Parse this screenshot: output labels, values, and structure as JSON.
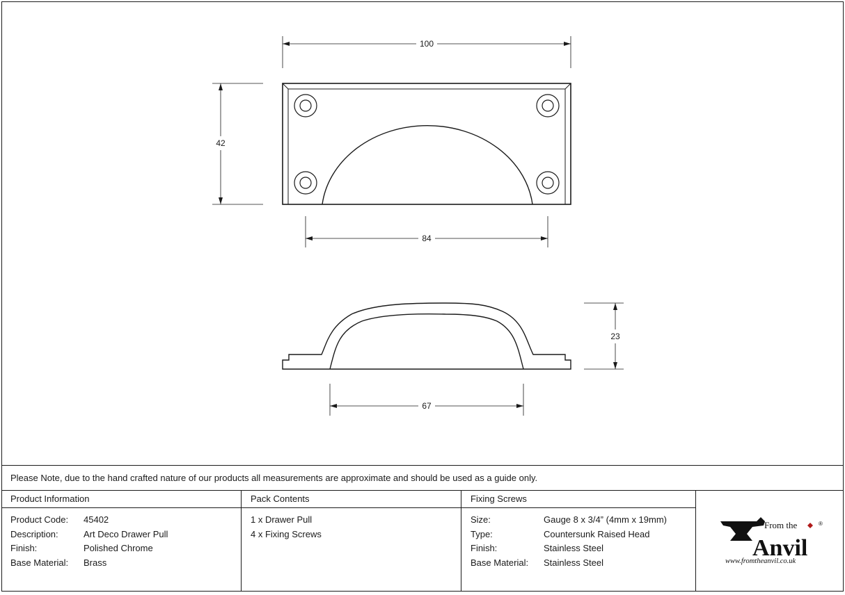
{
  "dimensions": {
    "width_top": "100",
    "height_side": "42",
    "hole_spacing": "84",
    "projection": "23",
    "inner_span": "67"
  },
  "note": "Please Note, due to the hand crafted nature of our products all measurements are approximate and should be used as a guide only.",
  "product_info": {
    "heading": "Product Information",
    "rows": [
      {
        "label": "Product Code:",
        "value": "45402"
      },
      {
        "label": "Description:",
        "value": "Art Deco Drawer Pull"
      },
      {
        "label": "Finish:",
        "value": "Polished Chrome"
      },
      {
        "label": "Base Material:",
        "value": "Brass"
      }
    ]
  },
  "pack_contents": {
    "heading": "Pack Contents",
    "items": [
      "1 x Drawer Pull",
      "4 x Fixing Screws"
    ]
  },
  "fixing_screws": {
    "heading": "Fixing Screws",
    "rows": [
      {
        "label": "Size:",
        "value": "Gauge 8 x 3/4” (4mm x 19mm)"
      },
      {
        "label": "Type:",
        "value": "Countersunk Raised Head"
      },
      {
        "label": "Finish:",
        "value": "Stainless Steel"
      },
      {
        "label": "Base Material:",
        "value": "Stainless Steel"
      }
    ]
  },
  "logo": {
    "prefix": "From the",
    "brand": "Anvil",
    "registered": "®",
    "url": "www.fromtheanvil.co.uk"
  }
}
